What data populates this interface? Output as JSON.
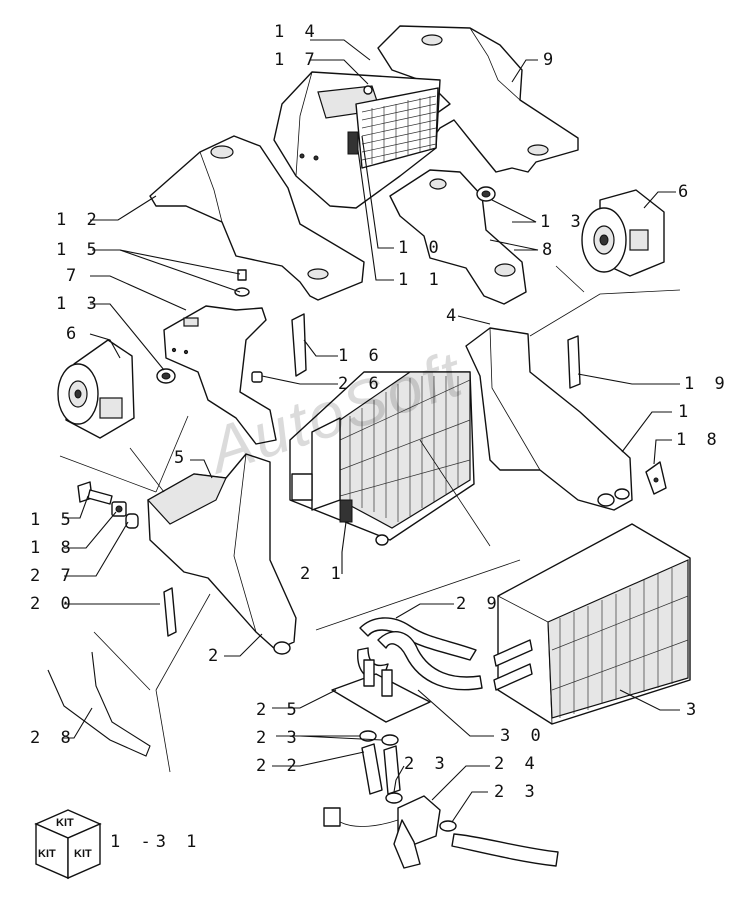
{
  "watermark": "AutoSoft",
  "callouts": [
    {
      "id": "c14a",
      "text": "1 4"
    },
    {
      "id": "c17",
      "text": "1 7"
    },
    {
      "id": "c9",
      "text": "9"
    },
    {
      "id": "c12",
      "text": "1 2"
    },
    {
      "id": "c13a",
      "text": "1 3"
    },
    {
      "id": "c6a",
      "text": "6"
    },
    {
      "id": "c15a",
      "text": "1 5"
    },
    {
      "id": "c10",
      "text": "1 0"
    },
    {
      "id": "c8",
      "text": "8"
    },
    {
      "id": "c11",
      "text": "1 1"
    },
    {
      "id": "c7",
      "text": "7"
    },
    {
      "id": "c13b",
      "text": "1 3"
    },
    {
      "id": "c4",
      "text": "4"
    },
    {
      "id": "c6b",
      "text": "6"
    },
    {
      "id": "c16",
      "text": "1 6"
    },
    {
      "id": "c26",
      "text": "2 6"
    },
    {
      "id": "c19",
      "text": "1 9"
    },
    {
      "id": "c1",
      "text": "1"
    },
    {
      "id": "c18a",
      "text": "1 8"
    },
    {
      "id": "c5",
      "text": "5"
    },
    {
      "id": "c15b",
      "text": "1 5"
    },
    {
      "id": "c18b",
      "text": "1 8"
    },
    {
      "id": "c27",
      "text": "2 7"
    },
    {
      "id": "c21",
      "text": "2 1"
    },
    {
      "id": "c20",
      "text": "2 0"
    },
    {
      "id": "c29",
      "text": "2 9"
    },
    {
      "id": "c2",
      "text": "2"
    },
    {
      "id": "c3",
      "text": "3"
    },
    {
      "id": "c25",
      "text": "2 5"
    },
    {
      "id": "c28",
      "text": "2 8"
    },
    {
      "id": "c23a",
      "text": "2 3"
    },
    {
      "id": "c30",
      "text": "3 0"
    },
    {
      "id": "c22",
      "text": "2 2"
    },
    {
      "id": "c23b",
      "text": "2 3"
    },
    {
      "id": "c24",
      "text": "2 4"
    },
    {
      "id": "c23c",
      "text": "2 3"
    }
  ],
  "kit": {
    "face_top": "KIT",
    "face_left": "KIT",
    "face_right": "KIT",
    "reference": "1 -3 1"
  }
}
